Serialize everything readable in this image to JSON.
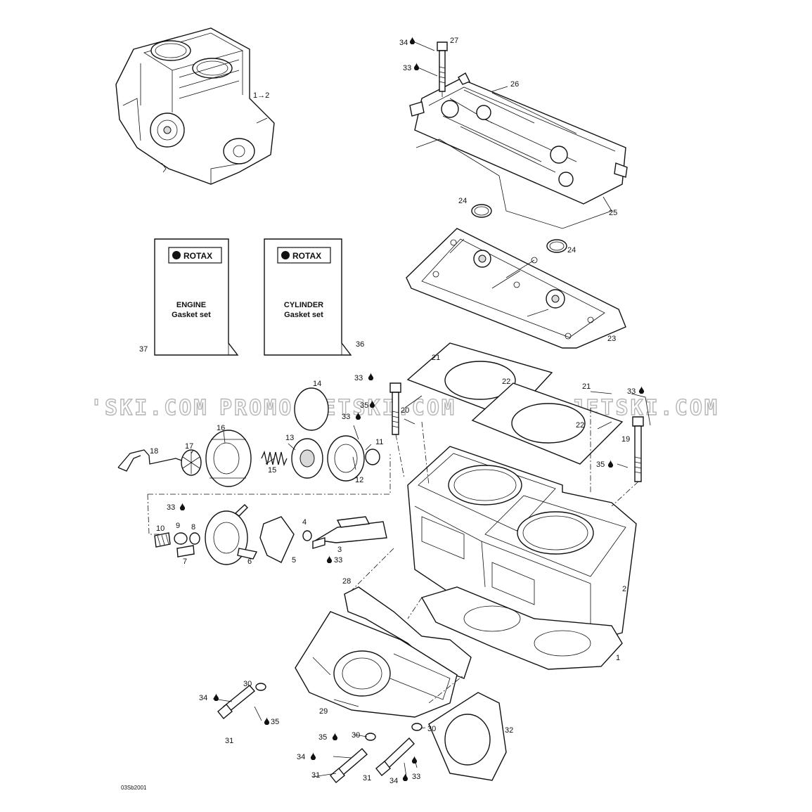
{
  "watermark": [
    "'SKI.COM",
    "PROMO-JETSKI.COM",
    "PROMO-JETSKI.COM"
  ],
  "engine_ref": "1→2",
  "kits": [
    {
      "brand": "ROTAX",
      "line1": "ENGINE",
      "line2": "Gasket set",
      "number": "37"
    },
    {
      "brand": "ROTAX",
      "line1": "CYLINDER",
      "line2": "Gasket set",
      "number": "36"
    }
  ],
  "callouts": {
    "p1": "1",
    "p2": "2",
    "p3": "3",
    "p4": "4",
    "p5": "5",
    "p6": "6",
    "p7": "7",
    "p8": "8",
    "p9": "9",
    "p10": "10",
    "p11": "11",
    "p12": "12",
    "p13": "13",
    "p14": "14",
    "p15": "15",
    "p16": "16",
    "p17": "17",
    "p18": "18",
    "p19": "19",
    "p20": "20",
    "p21a": "21",
    "p21b": "21",
    "p22a": "22",
    "p22b": "22",
    "p23": "23",
    "p24a": "24",
    "p24b": "24",
    "p25": "25",
    "p26": "26",
    "p27": "27",
    "p28": "28",
    "p29": "29",
    "p30a": "30",
    "p30b": "30",
    "p30c": "30",
    "p31a": "31",
    "p31b": "31",
    "p31c": "31",
    "p32": "32",
    "p33a": "33",
    "p33b": "33",
    "p33c": "33",
    "p33d": "33",
    "p33e": "33",
    "p33f": "33",
    "p33g": "33",
    "p34a": "34",
    "p34b": "34",
    "p34c": "34",
    "p34d": "34",
    "p35a": "35",
    "p35b": "35",
    "p35c": "35",
    "p35d": "35"
  },
  "drawing_code": "03Sb2001"
}
